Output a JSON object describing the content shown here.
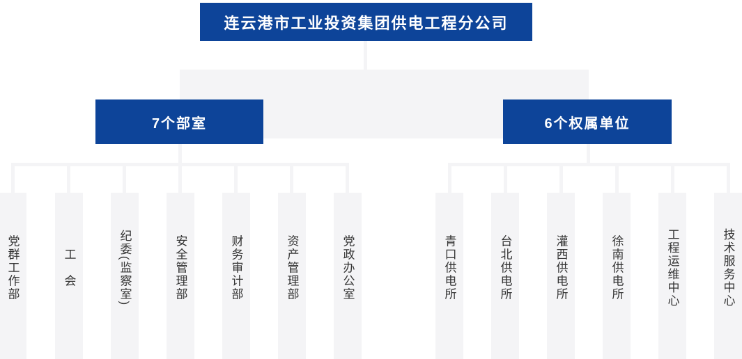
{
  "org": {
    "root": {
      "label": "连云港市工业投资集团供电工程分公司"
    },
    "groups": [
      {
        "label": "7个部室",
        "children": [
          "党群工作部",
          "工　会",
          "纪委(监察室)",
          "安全管理部",
          "财务审计部",
          "资产管理部",
          "党政办公室"
        ]
      },
      {
        "label": "6个权属单位",
        "children": [
          "青口供电所",
          "台北供电所",
          "灌西供电所",
          "徐南供电所",
          "工程运维中心",
          "技术服务中心"
        ]
      }
    ],
    "colors": {
      "node_blue": "#0d4499",
      "node_text": "#ffffff",
      "connector_gray": "#f4f4f6",
      "leaf_text": "#333333"
    }
  }
}
